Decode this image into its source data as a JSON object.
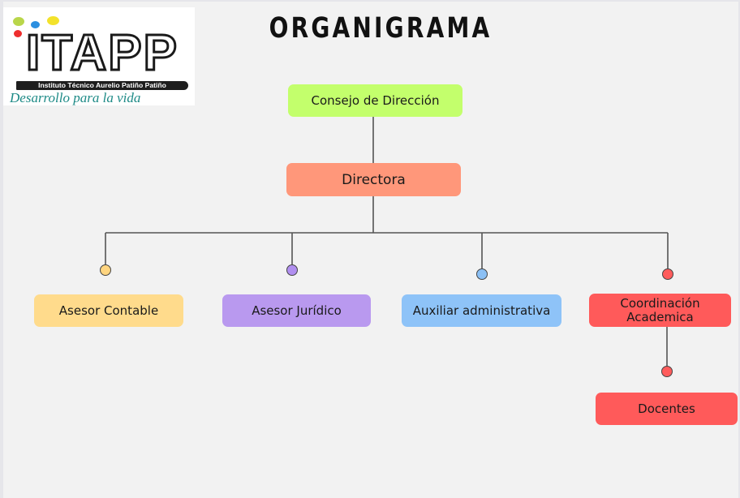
{
  "title": "ORGANIGRAMA",
  "logo": {
    "letters": "ITAPP",
    "institution": "Instituto Técnico Aurelio Patiño Patiño",
    "tagline": "Desarrollo para la vida",
    "dot_colors": [
      "#b9d64a",
      "#ee2e2e",
      "#2b8fe0",
      "#f3e22b"
    ]
  },
  "nodes": {
    "consejo": {
      "label": "Consejo de Dirección",
      "color": "#c3ff6c"
    },
    "directora": {
      "label": "Directora",
      "color": "#ff977a"
    },
    "asesor_contable": {
      "label": "Asesor Contable",
      "color": "#ffdb8c",
      "connector_color": "#ffd580"
    },
    "asesor_juridico": {
      "label": "Asesor Jurídico",
      "color": "#b999ef",
      "connector_color": "#b18ff0"
    },
    "auxiliar_administrativa": {
      "label": "Auxiliar administrativa",
      "color": "#8ec3f8",
      "connector_color": "#8bc0f5"
    },
    "coordinacion_academica": {
      "label": "Coordinación Academica",
      "color": "#ff5a5a",
      "connector_color": "#ff5c5c"
    },
    "docentes": {
      "label": "Docentes",
      "color": "#ff5a5a",
      "connector_color": "#ff5c5c"
    }
  },
  "line_color": "#555555"
}
